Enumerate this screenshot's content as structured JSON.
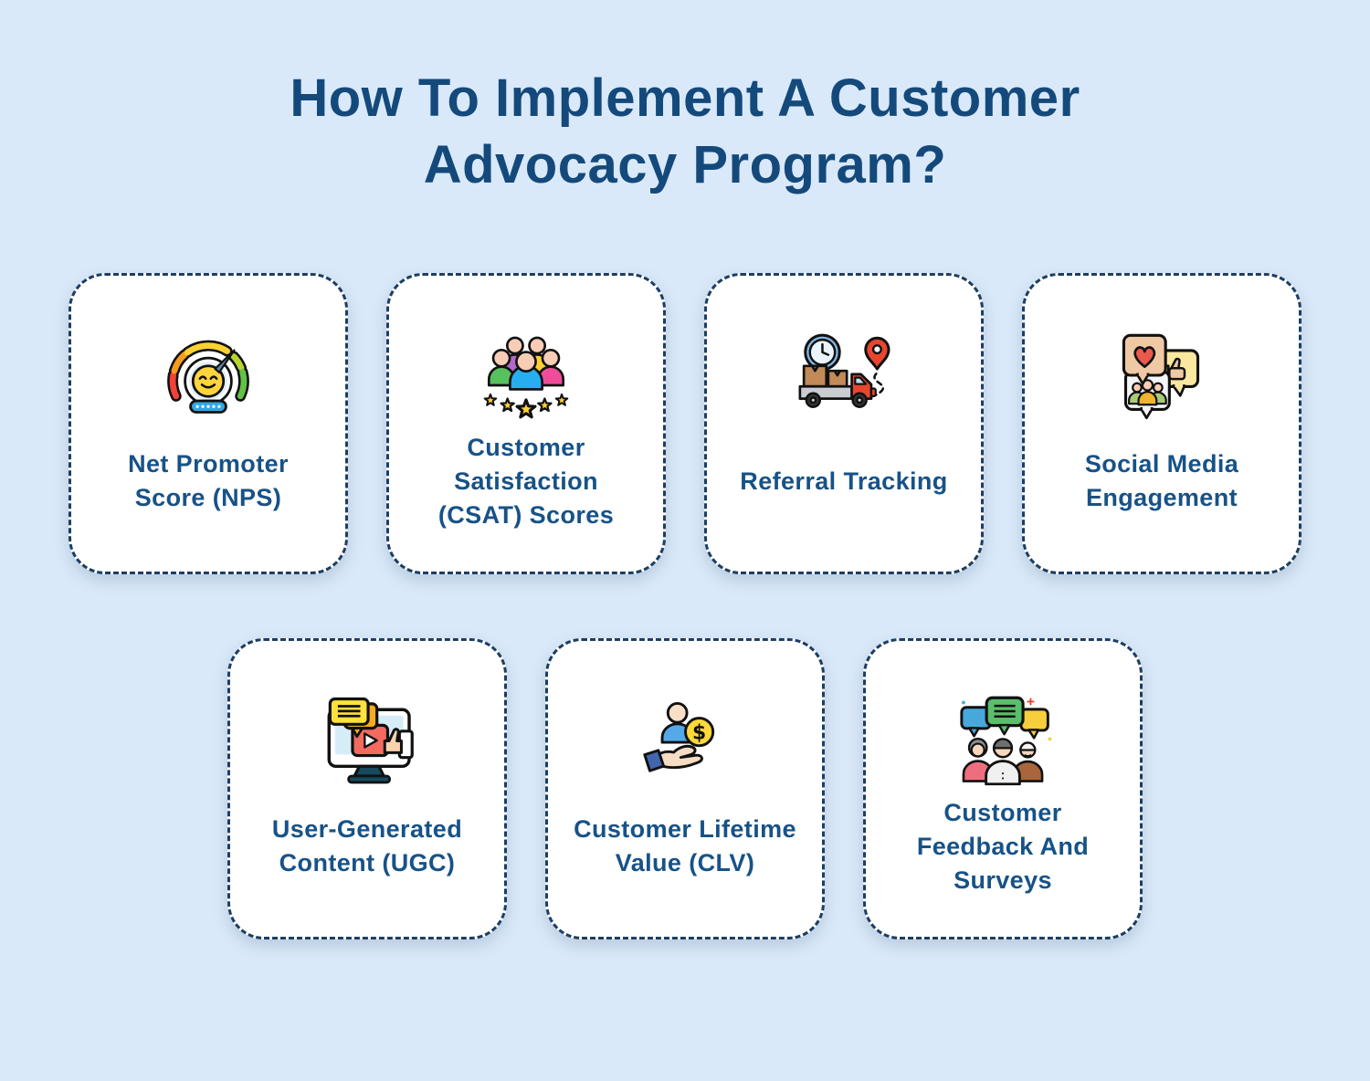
{
  "page": {
    "title": "How To Implement A Customer Advocacy Program?",
    "background_color": "#D9E9F9",
    "title_color": "#14497B"
  },
  "style": {
    "card_background": "#FFFFFF",
    "card_border_color": "#1C3E63",
    "card_text_color": "#175287"
  },
  "cards": [
    {
      "label": "Net Promoter Score (NPS)",
      "lines": [
        "Net Promoter",
        "Score (NPS)"
      ],
      "icon": "nps-gauge-icon"
    },
    {
      "label": "Customer Satisfaction (CSAT) Scores",
      "lines": [
        "Customer",
        "Satisfaction",
        "(CSAT) Scores"
      ],
      "icon": "csat-people-stars-icon"
    },
    {
      "label": "Referral Tracking",
      "lines": [
        "Referral Tracking"
      ],
      "icon": "referral-delivery-tracking-icon"
    },
    {
      "label": "Social Media Engagement",
      "lines": [
        "Social Media",
        "Engagement"
      ],
      "icon": "social-media-engagement-icon"
    },
    {
      "label": "User-Generated Content (UGC)",
      "lines": [
        "User-Generated",
        "Content (UGC)"
      ],
      "icon": "ugc-monitor-thumbs-icon"
    },
    {
      "label": "Customer Lifetime Value (CLV)",
      "lines": [
        "Customer Lifetime",
        "Value (CLV)"
      ],
      "icon": "clv-hand-coin-icon"
    },
    {
      "label": "Customer Feedback And Surveys",
      "lines": [
        "Customer",
        "Feedback And",
        "Surveys"
      ],
      "icon": "feedback-people-bubbles-icon"
    }
  ]
}
